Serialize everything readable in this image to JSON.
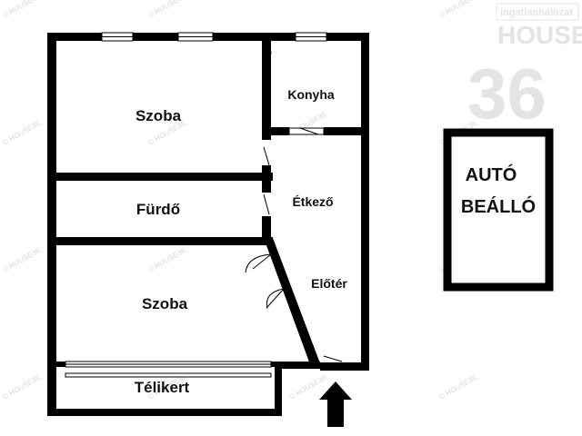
{
  "rooms": {
    "szoba_top": "Szoba",
    "konyha": "Konyha",
    "furdo": "Fürdő",
    "etkezo": "Étkező",
    "eloter": "Előtér",
    "szoba_bottom": "Szoba",
    "telikert": "Télikert"
  },
  "parking": {
    "line1": "AUTÓ",
    "line2": "BEÁLLÓ"
  },
  "watermark": {
    "brand_tagline": "ingatlanhálózat",
    "brand_name": "HOUSE",
    "brand_number": "36",
    "repeat_text": "© HOUSE36"
  },
  "colors": {
    "wall": "#000000",
    "background": "#ffffff",
    "watermark": "#d7d7d7"
  },
  "icons": {
    "entrance": "arrow-up-icon"
  }
}
